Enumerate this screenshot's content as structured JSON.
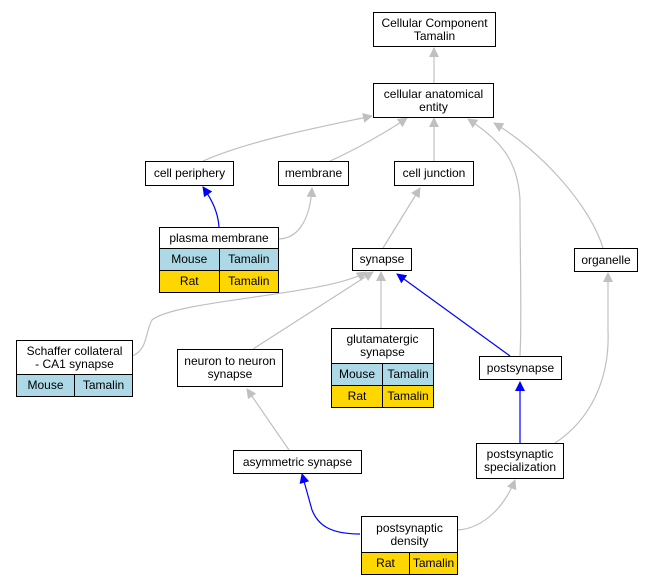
{
  "colors": {
    "ontology_edge": "#c0c0c0",
    "annotated_edge": "#0000ff",
    "mouse_cell": "#add8e6",
    "rat_cell": "#ffd700"
  },
  "nodes": {
    "cellular_component": {
      "label": "Cellular Component\nTamalin"
    },
    "cellular_anatomical_entity": {
      "label": "cellular anatomical\nentity"
    },
    "cell_periphery": {
      "label": "cell periphery"
    },
    "membrane": {
      "label": "membrane"
    },
    "cell_junction": {
      "label": "cell junction"
    },
    "plasma_membrane": {
      "label": "plasma membrane",
      "rows": [
        [
          "Mouse",
          "Tamalin"
        ],
        [
          "Rat",
          "Tamalin"
        ]
      ]
    },
    "synapse": {
      "label": "synapse"
    },
    "organelle": {
      "label": "organelle"
    },
    "schaffer_collateral": {
      "label": "Schaffer collateral\n- CA1 synapse",
      "rows": [
        [
          "Mouse",
          "Tamalin"
        ]
      ]
    },
    "neuron_to_neuron_synapse": {
      "label": "neuron to neuron\nsynapse"
    },
    "glutamatergic_synapse": {
      "label": "glutamatergic\nsynapse",
      "rows": [
        [
          "Mouse",
          "Tamalin"
        ],
        [
          "Rat",
          "Tamalin"
        ]
      ]
    },
    "postsynapse": {
      "label": "postsynapse"
    },
    "asymmetric_synapse": {
      "label": "asymmetric synapse"
    },
    "postsynaptic_specialization": {
      "label": "postsynaptic\nspecialization"
    },
    "postsynaptic_density": {
      "label": "postsynaptic\ndensity",
      "rows": [
        [
          "Rat",
          "Tamalin"
        ]
      ]
    }
  }
}
